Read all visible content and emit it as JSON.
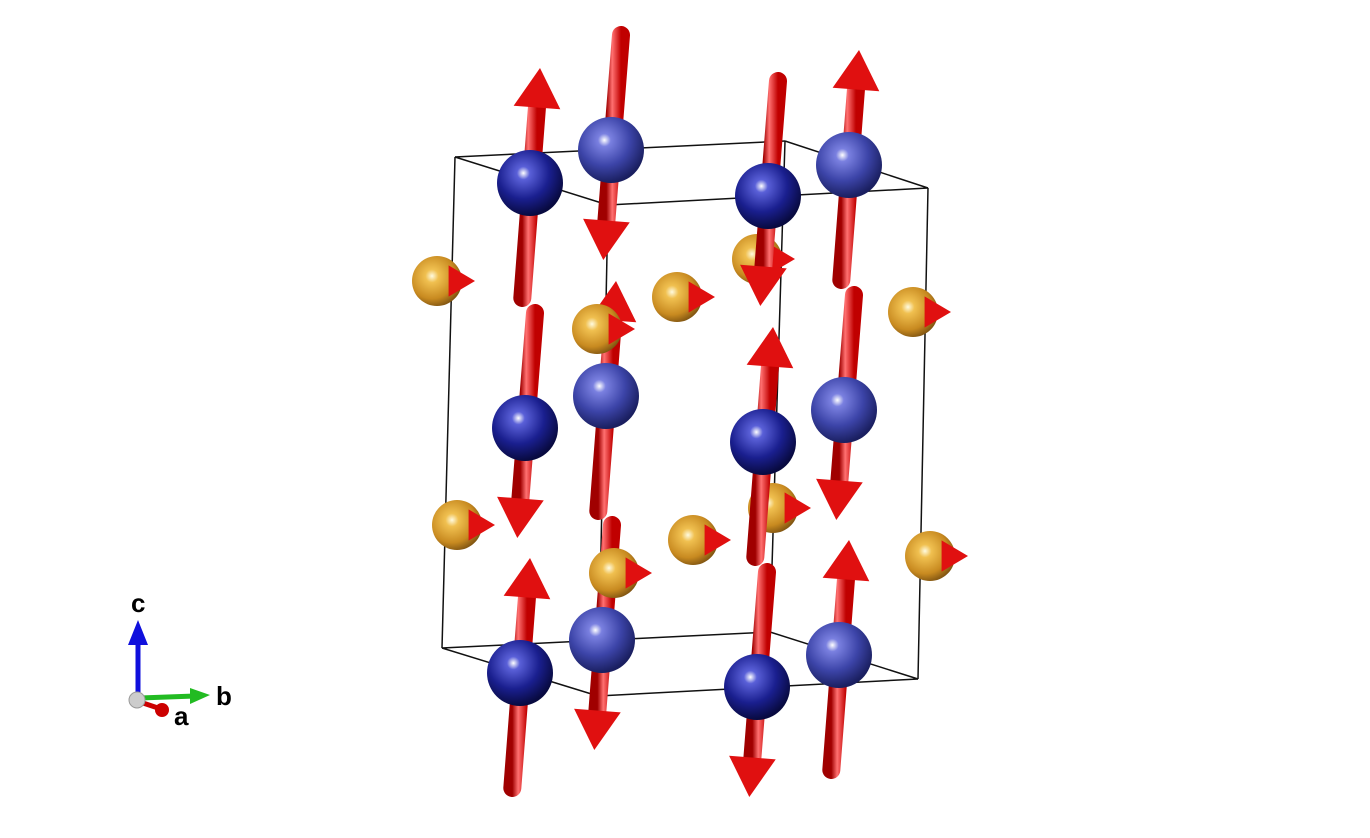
{
  "axes": {
    "a": "a",
    "b": "b",
    "c": "c"
  },
  "colors": {
    "spin_arrow": "#e01010",
    "atom_front": "#1a1f8f",
    "atom_back": "#4048b0",
    "atom_gold": "#d9a030",
    "cell_edge": "#111111",
    "axis_a": "#cc0000",
    "axis_b": "#22bb22",
    "axis_c": "#1010dd"
  }
}
